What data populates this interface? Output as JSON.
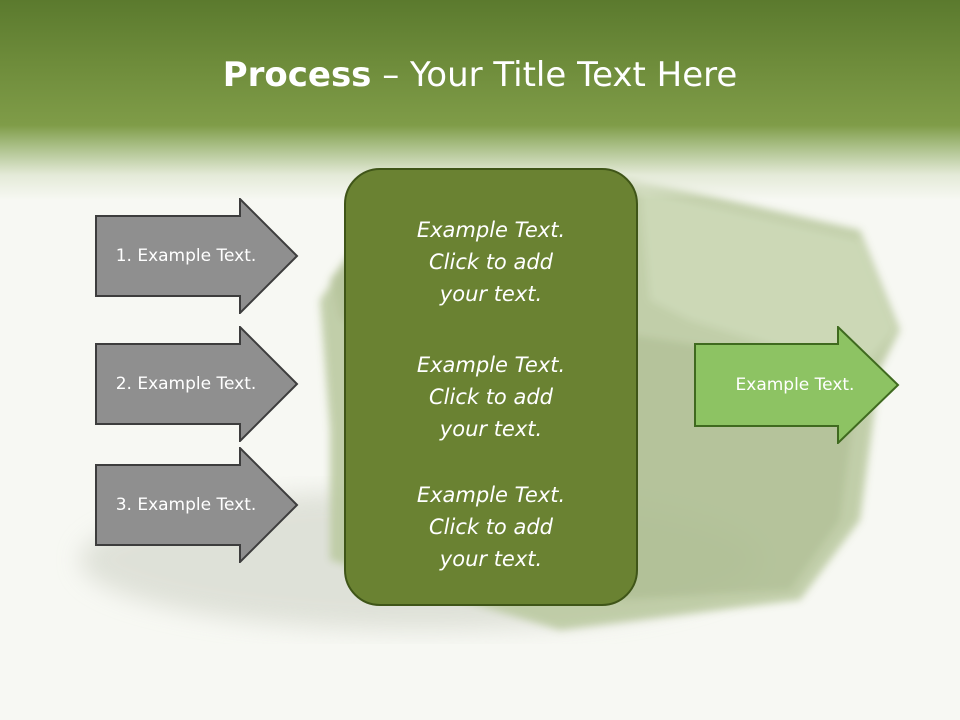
{
  "slide": {
    "title_bold": "Process",
    "title_rest": " – Your Title Text Here"
  },
  "left_arrows": [
    {
      "label": "1. Example Text."
    },
    {
      "label": "2. Example Text."
    },
    {
      "label": "3. Example Text."
    }
  ],
  "center_box": {
    "items": [
      "Example Text.\nClick  to add\nyour text.",
      "Example Text.\nClick  to add\nyour text.",
      "Example Text.\nClick  to add\nyour text."
    ]
  },
  "output_arrow": {
    "label": "Example Text."
  },
  "colors": {
    "header_green": "#6d8b3a",
    "box_green": "#6a8232",
    "gray_arrow": "#8f8f8f",
    "light_green_arrow": "#8dc363"
  }
}
